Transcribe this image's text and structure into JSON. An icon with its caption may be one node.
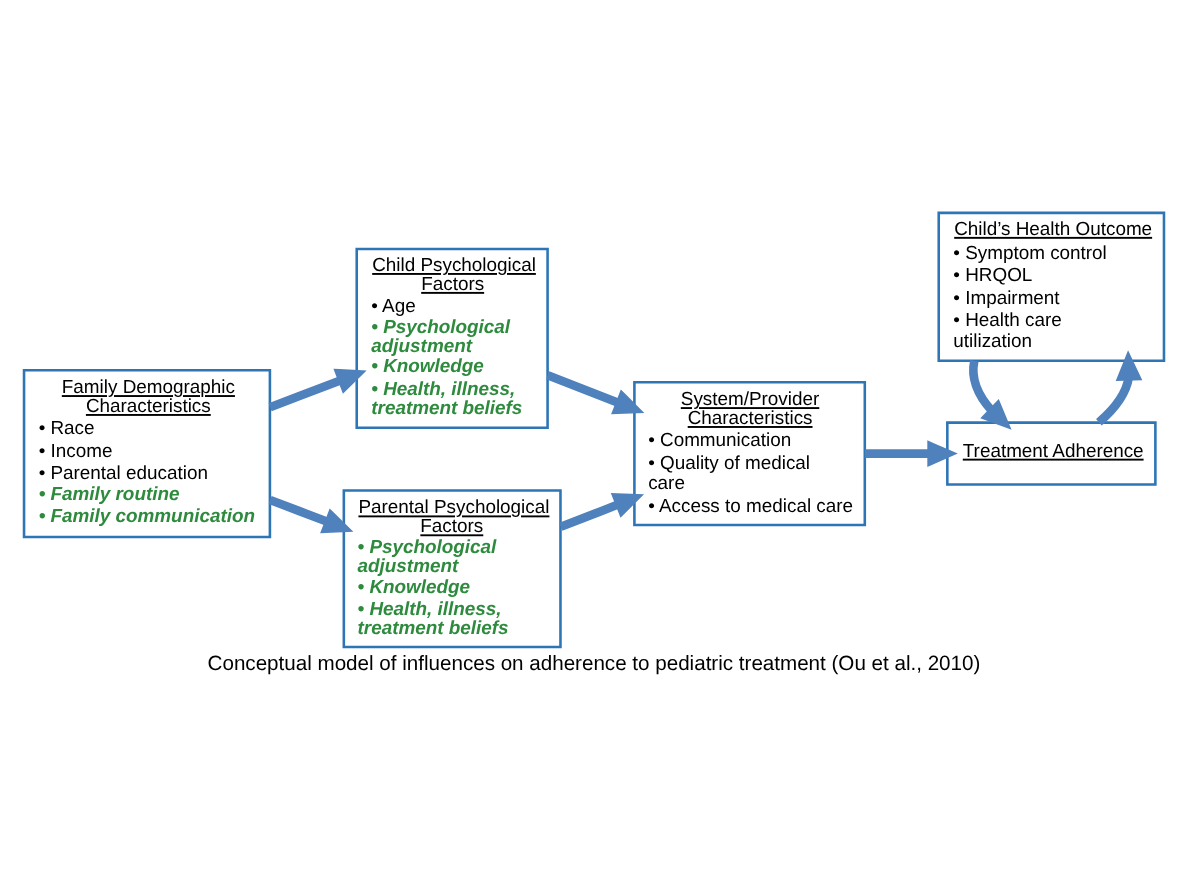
{
  "diagram": {
    "caption": "Conceptual model of influences on adherence to pediatric treatment (Ou et al., 2010)",
    "nodes": [
      {
        "text": [
          "Family Demographic Characteristics",
          "• Race",
          "• Income",
          "• Parental education",
          "• Family routine",
          "• Family communication"
        ]
      },
      {
        "text": [
          "Child Psychological Factors",
          "• Age",
          "• Psychological adjustment",
          "• Knowledge",
          "• Health, illness, treatment beliefs"
        ]
      },
      {
        "text": [
          "Parental Psychological Factors",
          "• Psychological adjustment",
          "• Knowledge",
          "• Health, illness, treatment beliefs"
        ]
      },
      {
        "text": [
          "System/Provider Characteristics",
          "• Communication",
          "• Quality of medical care",
          "• Access to medical care"
        ]
      },
      {
        "text": [
          "Treatment Adherence"
        ]
      },
      {
        "text": [
          "Child’s Health Outcome",
          "• Symptom control",
          "• HRQOL",
          "• Impairment",
          "• Health care utilization"
        ]
      }
    ],
    "edges": [
      {
        "from": 0,
        "to": 1,
        "arrow": "to"
      },
      {
        "from": 0,
        "to": 2,
        "arrow": "to"
      },
      {
        "from": 1,
        "to": 3,
        "arrow": "to"
      },
      {
        "from": 2,
        "to": 3,
        "arrow": "to"
      },
      {
        "from": 3,
        "to": 4,
        "arrow": "to"
      },
      {
        "from": 4,
        "to": 5,
        "arrow": "to"
      },
      {
        "from": 5,
        "to": 4,
        "arrow": "to"
      }
    ]
  }
}
